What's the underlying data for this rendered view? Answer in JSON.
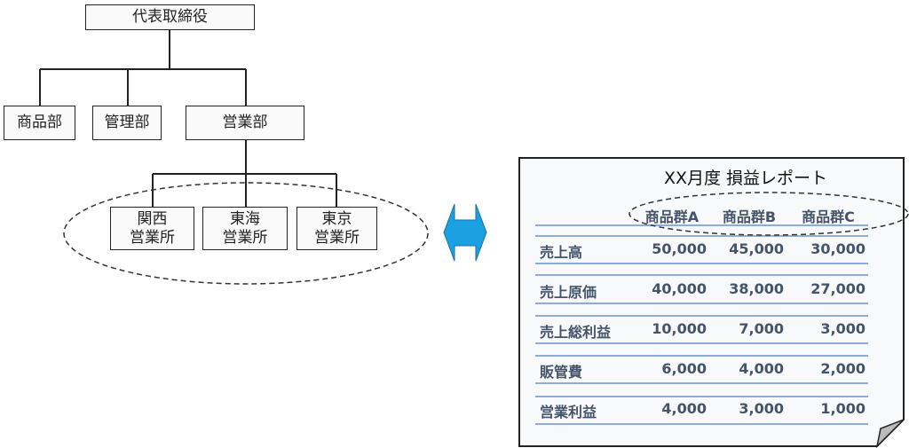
{
  "org_chart": {
    "top": "代表取締役",
    "departments": [
      "商品部",
      "管理部",
      "営業部"
    ],
    "branches": [
      {
        "line1": "関西",
        "line2": "営業所"
      },
      {
        "line1": "東海",
        "line2": "営業所"
      },
      {
        "line1": "東京",
        "line2": "営業所"
      }
    ]
  },
  "arrow_color": "#1ba1e2",
  "report": {
    "title": "XX月度 損益レポート",
    "columns": [
      "商品群A",
      "商品群B",
      "商品群C"
    ],
    "rows": [
      {
        "label": "売上高",
        "values": [
          "50,000",
          "45,000",
          "30,000"
        ]
      },
      {
        "label": "売上原価",
        "values": [
          "40,000",
          "38,000",
          "27,000"
        ]
      },
      {
        "label": "売上総利益",
        "values": [
          "10,000",
          "7,000",
          "3,000"
        ]
      },
      {
        "label": "販管費",
        "values": [
          "6,000",
          "4,000",
          "2,000"
        ]
      },
      {
        "label": "営業利益",
        "values": [
          "4,000",
          "3,000",
          "1,000"
        ]
      }
    ]
  }
}
